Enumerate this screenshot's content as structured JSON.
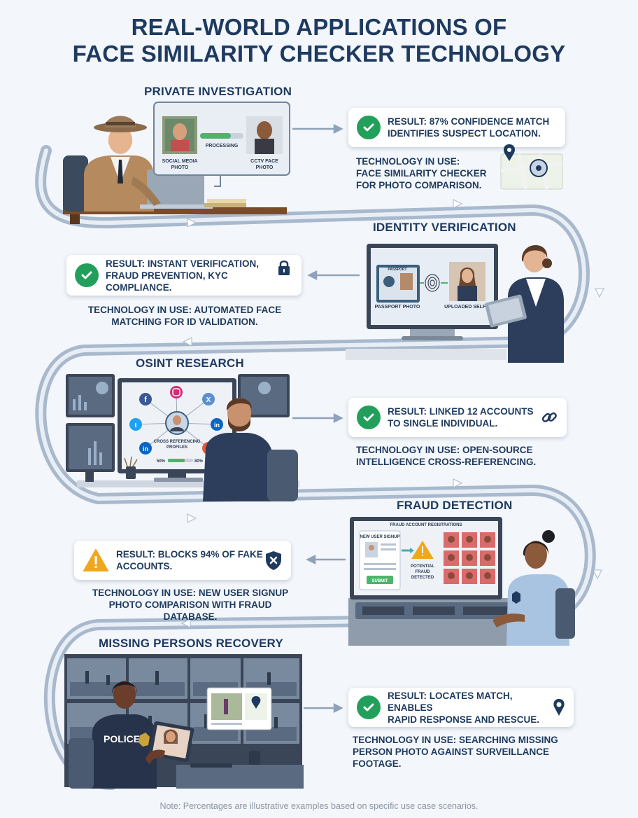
{
  "title": {
    "line1": "REAL-WORLD APPLICATIONS OF",
    "line2": "FACE SIMILARITY CHECKER TECHNOLOGY"
  },
  "colors": {
    "navy": "#1e3a5f",
    "path": "#a9b9cd",
    "success": "#22a05b",
    "warning": "#f0a71d"
  },
  "sections": [
    {
      "heading": "PRIVATE INVESTIGATION",
      "result": [
        "RESULT: 87% CONFIDENCE MATCH",
        "IDENTIFIES SUSPECT LOCATION."
      ],
      "tech": [
        "TECHNOLOGY IN USE:",
        "FACE SIMILARITY CHECKER",
        "FOR PHOTO COMPARISON."
      ],
      "icon": "map-pin-icon",
      "badge": "check-icon",
      "screen": {
        "left_caption": [
          "SOCIAL MEDIA",
          "PHOTO"
        ],
        "center_caption": "PROCESSING",
        "right_caption": [
          "CCTV FACE",
          "PHOTO"
        ]
      }
    },
    {
      "heading": "IDENTITY VERIFICATION",
      "result": [
        "RESULT: INSTANT VERIFICATION,",
        "FRAUD PREVENTION, KYC COMPLIANCE."
      ],
      "tech": [
        "TECHNOLOGY IN USE: AUTOMATED FACE",
        "MATCHING FOR ID VALIDATION."
      ],
      "icon": "lock-icon",
      "badge": "check-icon",
      "screen": {
        "left_caption": "PASSPORT PHOTO",
        "right_caption": "UPLOADED SELFIE",
        "doc_label": "PASSPORT"
      }
    },
    {
      "heading": "OSINT RESEARCH",
      "result": [
        "RESULT: LINKED 12 ACCOUNTS",
        "TO SINGLE INDIVIDUAL."
      ],
      "tech": [
        "TECHNOLOGY IN USE: OPEN-SOURCE",
        "INTELLIGENCE CROSS-REFERENCING."
      ],
      "icon": "link-icon",
      "badge": "check-icon",
      "screen": {
        "caption": [
          "CROSS REFERENCING",
          "PROFILES"
        ],
        "progress_left": "50%",
        "progress_right": "80%"
      }
    },
    {
      "heading": "FRAUD DETECTION",
      "result": [
        "RESULT: BLOCKS 94% OF FAKE",
        "ACCOUNTS."
      ],
      "tech": [
        "TECHNOLOGY IN USE: NEW USER SIGNUP",
        "PHOTO COMPARISON WITH FRAUD DATABASE."
      ],
      "icon": "shield-x-icon",
      "badge": "warning-icon",
      "screen": {
        "header": "FRAUD ACCOUNT REGISTRATIONS",
        "card_title": "NEW USER SIGNUP",
        "button": "SUBMIT",
        "alert": [
          "POTENTIAL",
          "FRAUD",
          "DETECTED"
        ]
      }
    },
    {
      "heading": "MISSING PERSONS RECOVERY",
      "result": [
        "RESULT: LOCATES MATCH, ENABLES",
        "RAPID RESPONSE AND RESCUE."
      ],
      "tech": [
        "TECHNOLOGY IN USE: SEARCHING MISSING",
        "PERSON PHOTO AGAINST SURVEILLANCE",
        "FOOTAGE."
      ],
      "icon": "map-pin-icon",
      "badge": "check-icon",
      "screen": {
        "vest_label": "POLICE"
      }
    }
  ],
  "note": "Note: Percentages are illustrative examples based on specific use case scenarios."
}
